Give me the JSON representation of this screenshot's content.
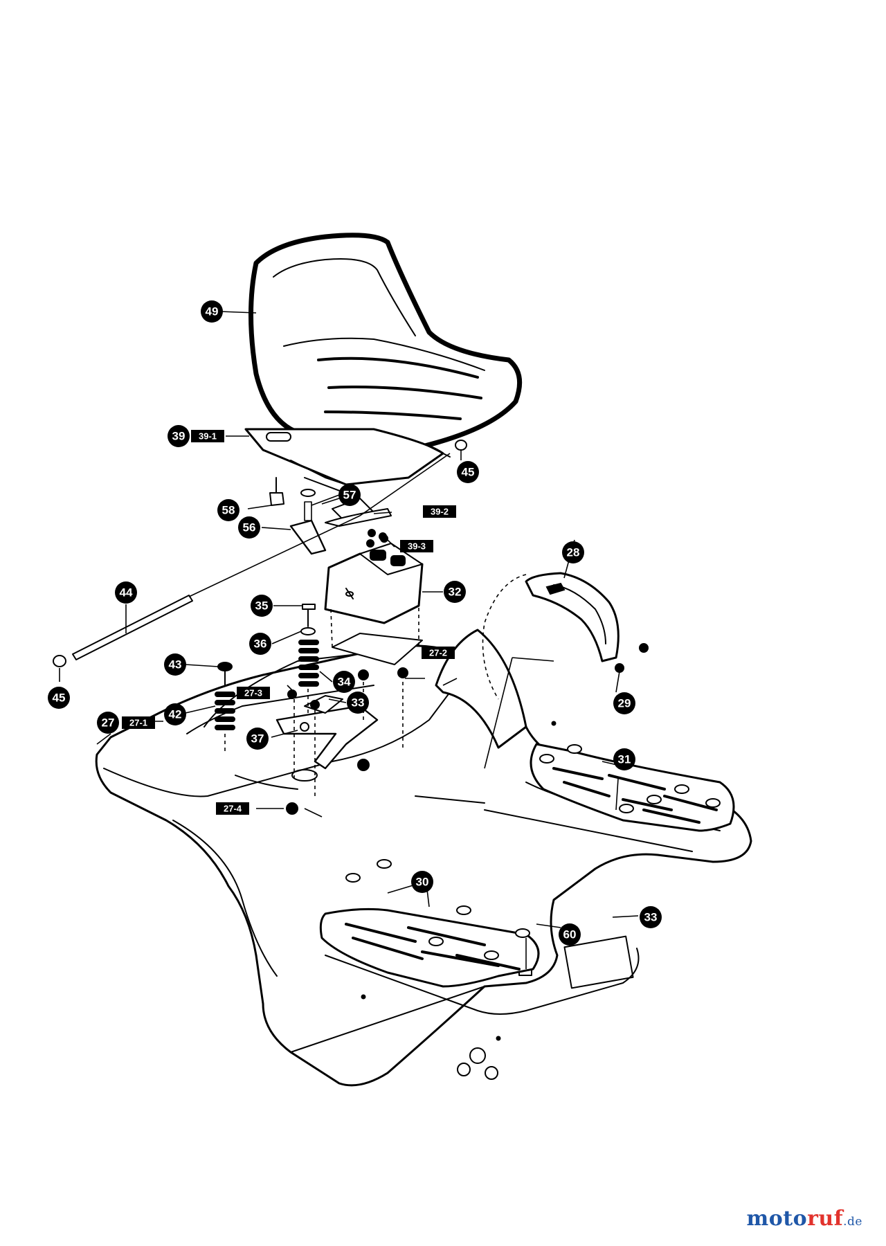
{
  "parts": [
    {
      "label": "49"
    },
    {
      "label": "39"
    },
    {
      "label": "45"
    },
    {
      "label": "57"
    },
    {
      "label": "58"
    },
    {
      "label": "56"
    },
    {
      "label": "44"
    },
    {
      "label": "28"
    },
    {
      "label": "32"
    },
    {
      "label": "35"
    },
    {
      "label": "36"
    },
    {
      "label": "43"
    },
    {
      "label": "34"
    },
    {
      "label": "33"
    },
    {
      "label": "29"
    },
    {
      "label": "42"
    },
    {
      "label": "27"
    },
    {
      "label": "37"
    },
    {
      "label": "31"
    },
    {
      "label": "30"
    },
    {
      "label": "33"
    },
    {
      "label": "60"
    },
    {
      "label": "45"
    }
  ],
  "subparts": [
    {
      "label": "39-1"
    },
    {
      "label": "39-2"
    },
    {
      "label": "39-3"
    },
    {
      "label": "27-2"
    },
    {
      "label": "27-3"
    },
    {
      "label": "27-1"
    },
    {
      "label": "27-4"
    }
  ],
  "brand": {
    "part1": "moto",
    "part2": "ruf",
    "part3": ".de"
  },
  "colors": {
    "brand_blue": "#1f57a8",
    "brand_red": "#e2322c"
  }
}
